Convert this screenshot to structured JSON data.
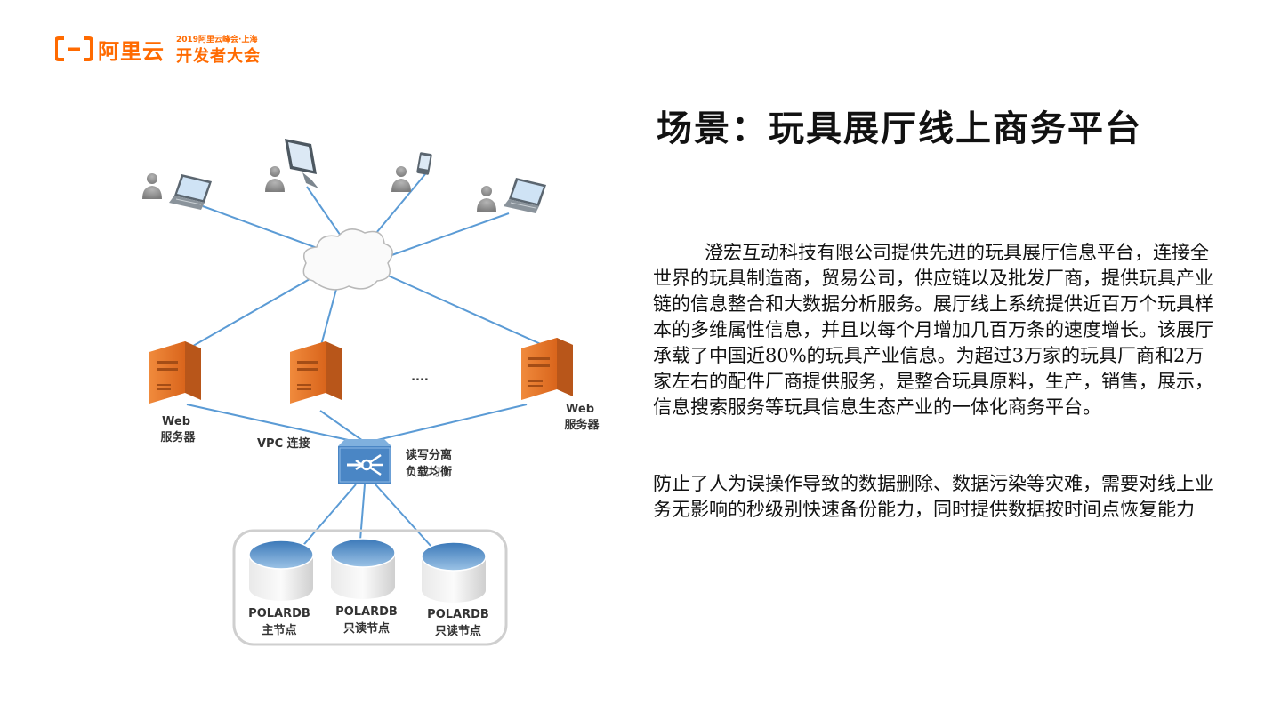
{
  "header": {
    "brand_name": "阿里云",
    "event_top": "2019阿里云峰会·上海",
    "event_bottom": "开发者大会"
  },
  "diagram": {
    "web_server_label_left": [
      "Web",
      "服务器"
    ],
    "web_server_label_right": [
      "Web",
      "服务器"
    ],
    "ellipsis": "....",
    "vpc_label": "VPC 连接",
    "lb_label": [
      "读写分离",
      "负载均衡"
    ],
    "db_nodes": [
      {
        "line1": "POLARDB",
        "line2": "主节点"
      },
      {
        "line1": "POLARDB",
        "line2": "只读节点"
      },
      {
        "line1": "POLARDB",
        "line2": "只读节点"
      }
    ],
    "colors": {
      "link": "#5b9bd5",
      "server": "#e07b2a",
      "lb": "#4a86c5"
    },
    "clients": [
      "laptop-icon",
      "monitor-icon",
      "phone-icon",
      "laptop-icon"
    ]
  },
  "content": {
    "title": "场景：玩具展厅线上商务平台",
    "paragraph1": "澄宏互动科技有限公司提供先进的玩具展厅信息平台，连接全世界的玩具制造商，贸易公司，供应链以及批发厂商，提供玩具产业链的信息整合和大数据分析服务。展厅线上系统提供近百万个玩具样本的多维属性信息，并且以每个月增加几百万条的速度增长。该展厅承载了中国近80%的玩具产业信息。为超过3万家的玩具厂商和2万家左右的配件厂商提供服务，是整合玩具原料，生产，销售，展示，信息搜索服务等玩具信息生态产业的一体化商务平台。",
    "paragraph2": "防止了人为误操作导致的数据删除、数据污染等灾难，需要对线上业务无影响的秒级别快速备份能力，同时提供数据按时间点恢复能力"
  }
}
